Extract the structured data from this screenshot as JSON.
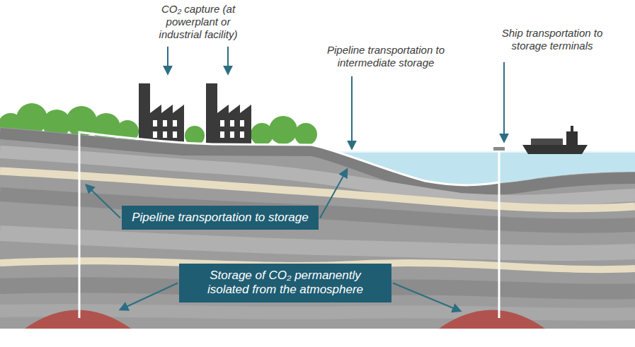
{
  "diagram": {
    "nodes": [
      {
        "text": [
          "Pipeline transportation to storage"
        ]
      },
      {
        "text": [
          "Storage of CO₂ permanently isolated from the atmosphere"
        ]
      }
    ],
    "labels": [
      "CO₂ capture (at powerplant or industrial facility)",
      "Pipeline transportation to intermediate storage",
      "Ship transportation to storage terminals"
    ]
  }
}
